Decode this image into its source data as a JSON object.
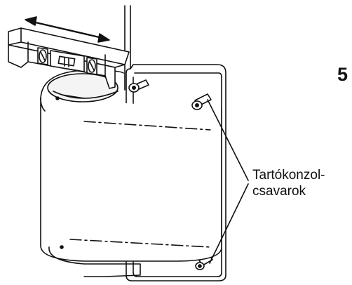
{
  "step": {
    "number": "5"
  },
  "callout": {
    "line1": "Tartókonzol-",
    "line2": "csavarok"
  },
  "colors": {
    "line": "#111111",
    "fill": "#ffffff",
    "shade": "#f4f4f4"
  }
}
